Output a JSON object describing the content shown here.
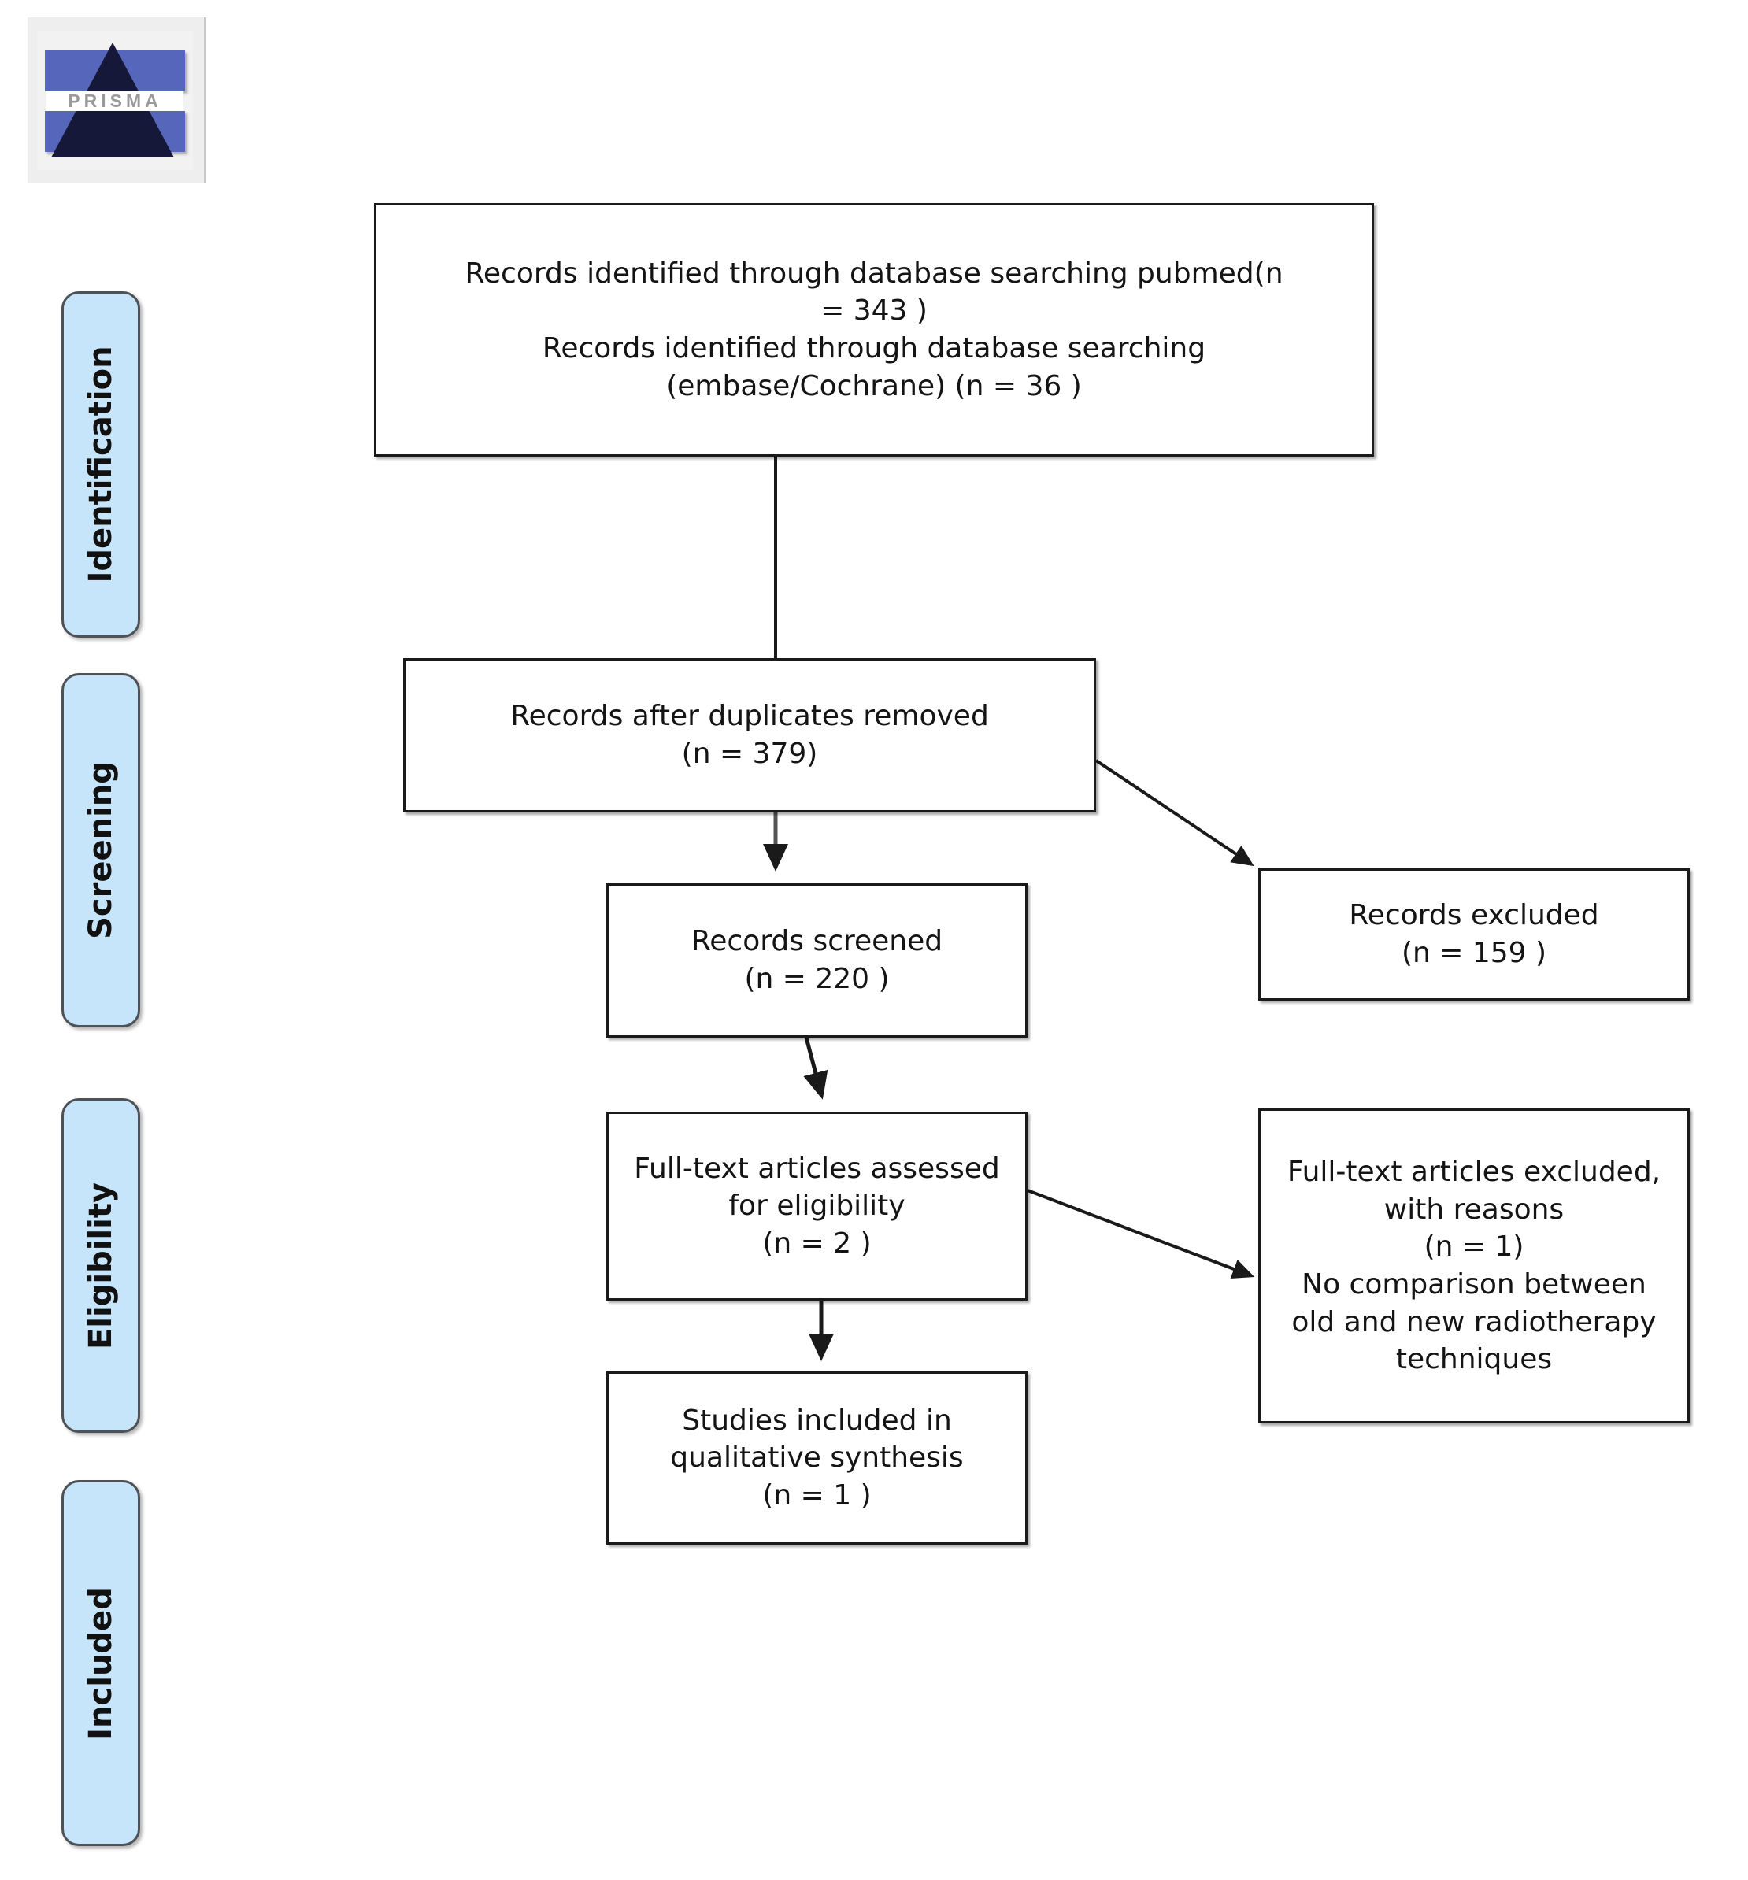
{
  "logo": {
    "name": "PRISMA",
    "wordmark": "PRISMA"
  },
  "stages": [
    {
      "id": "identification",
      "label": "Identification"
    },
    {
      "id": "screening",
      "label": "Screening"
    },
    {
      "id": "eligibility",
      "label": "Eligibility"
    },
    {
      "id": "included",
      "label": "Included"
    }
  ],
  "boxes": {
    "identified": {
      "line1": "Records identified through database searching pubmed(n",
      "line2": "=  343  )",
      "line3": "Records identified through database searching",
      "line4": "(embase/Cochrane) (n =  36 )"
    },
    "duplicates": {
      "line1": "Records after duplicates removed",
      "line2": "(n = 379)"
    },
    "screened": {
      "line1": "Records screened",
      "line2": "(n = 220 )"
    },
    "records_excluded": {
      "line1": "Records excluded",
      "line2": "(n = 159 )"
    },
    "fulltext_assessed": {
      "line1": "Full-text articles assessed",
      "line2": "for eligibility",
      "line3": "(n = 2 )"
    },
    "fulltext_excluded": {
      "line1": "Full-text articles excluded,",
      "line2": "with reasons",
      "line3": "(n =  1)",
      "line4": "No comparison between",
      "line5": "old and new radiotherapy",
      "line6": "techniques"
    },
    "studies_included": {
      "line1": "Studies included in",
      "line2": "qualitative synthesis",
      "line3": "(n = 1 )"
    }
  },
  "colors": {
    "stage_fill": "#c7e5fa",
    "stage_border": "#4e5156",
    "box_border": "#1a1a1a",
    "connector": "#1a1a1a",
    "logo_band": "#5566bb",
    "logo_triangle": "#16183a"
  }
}
